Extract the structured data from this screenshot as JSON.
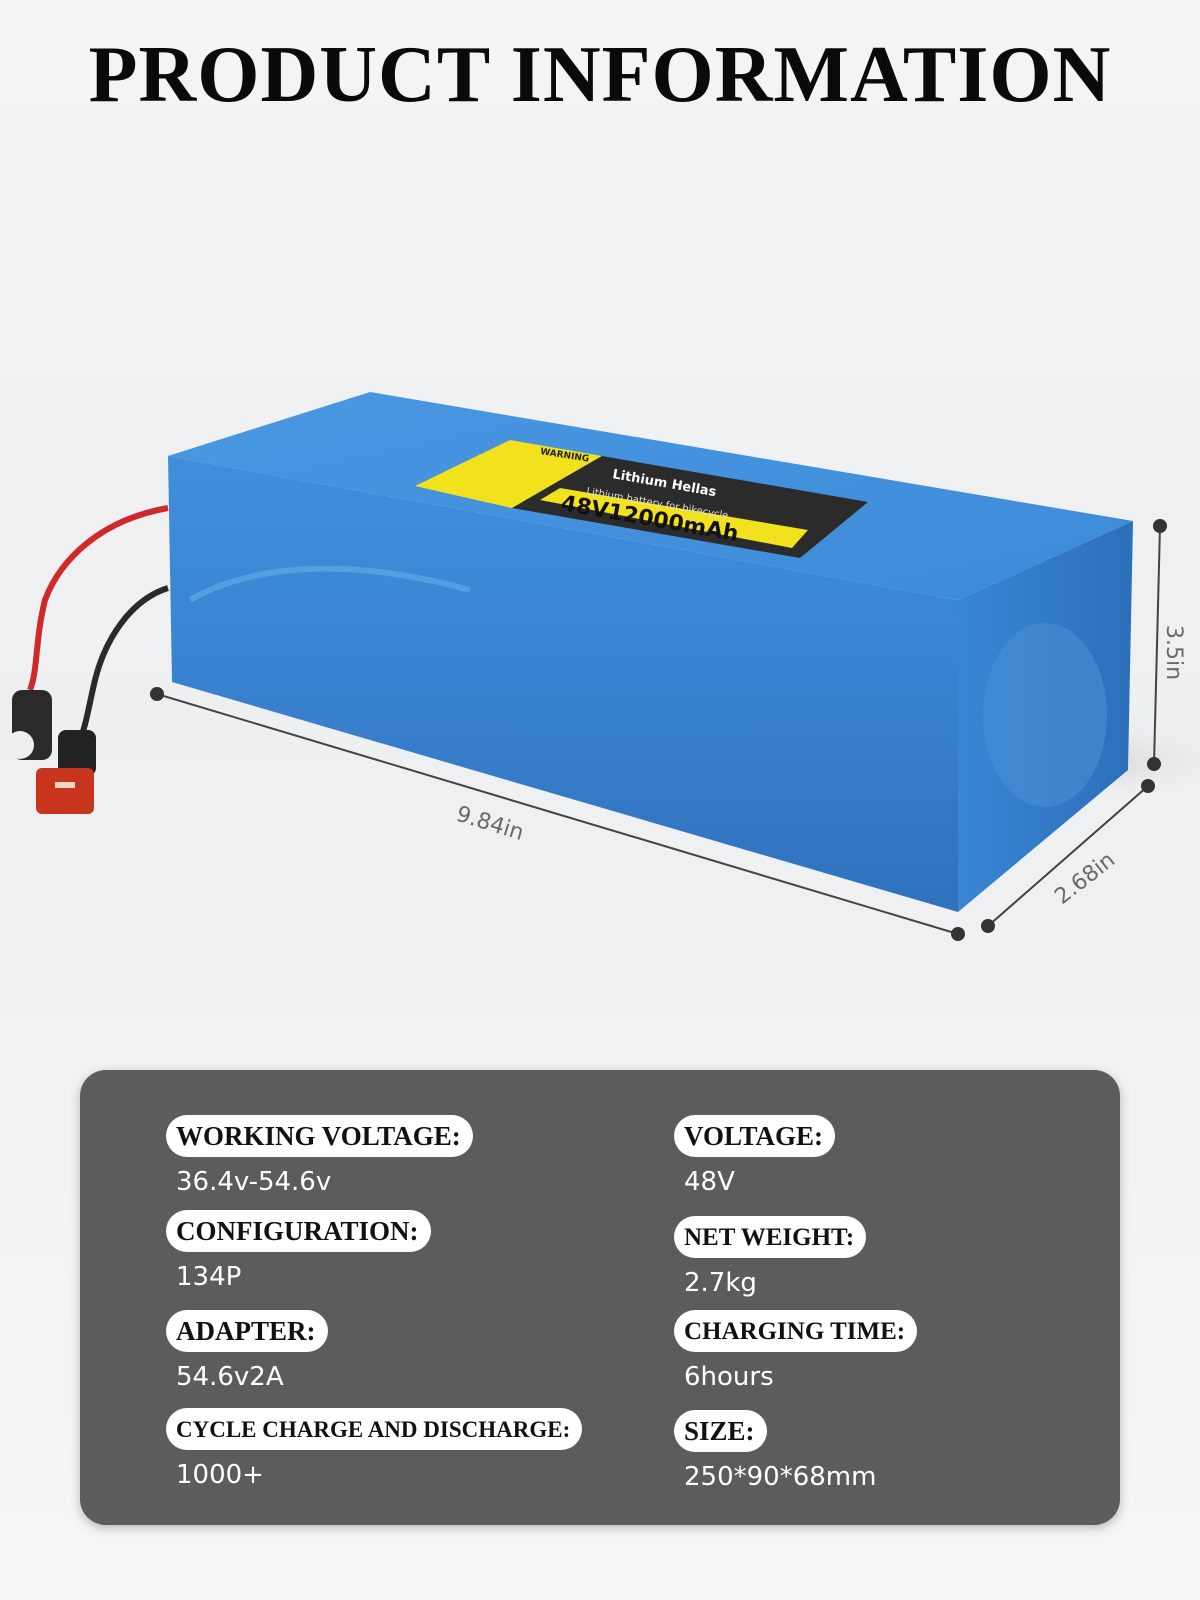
{
  "title": "PRODUCT INFORMATION",
  "product": {
    "brand": "Lithium Hellas",
    "subtitle": "Lithium battery for bikecycle",
    "capacity_text": "48V12000mAh",
    "warning_text": "WARNING",
    "body_color": "#3b86cf",
    "label_yellow": "#f2e21e",
    "label_dark": "#2b2b2b"
  },
  "dimensions": {
    "length": "9.84in",
    "height": "3.5in",
    "width": "2.68in"
  },
  "specs": {
    "left": [
      {
        "label": "WORKING VOLTAGE:",
        "value": "36.4v-54.6v"
      },
      {
        "label": "CONFIGURATION:",
        "value": "134P"
      },
      {
        "label": "ADAPTER:",
        "value": "54.6v2A"
      },
      {
        "label": "CYCLE CHARGE AND DISCHARGE:",
        "value": "1000+"
      }
    ],
    "right": [
      {
        "label": "VOLTAGE:",
        "value": "48V"
      },
      {
        "label": "NET WEIGHT:",
        "value": "2.7kg"
      },
      {
        "label": "CHARGING TIME:",
        "value": "6hours"
      },
      {
        "label": "SIZE:",
        "value": "250*90*68mm"
      }
    ]
  }
}
